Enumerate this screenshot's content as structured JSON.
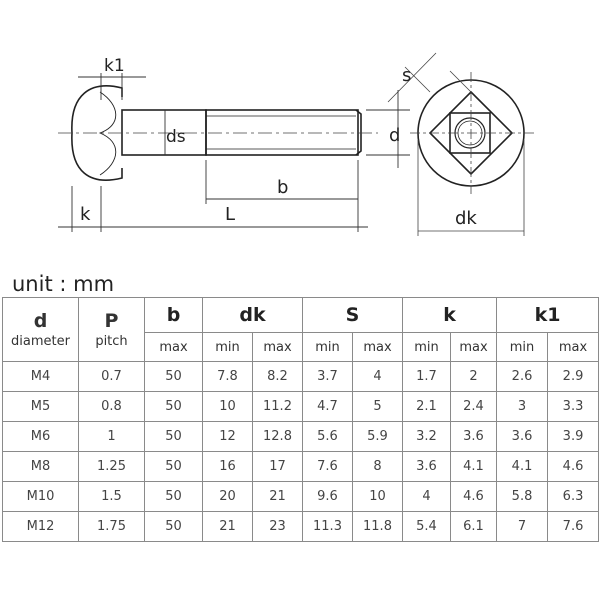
{
  "drawing": {
    "labels": {
      "k1": "k1",
      "ds": "ds",
      "b": "b",
      "d": "d",
      "k": "k",
      "L": "L",
      "s": "s",
      "dk": "dk"
    }
  },
  "unit": "unit : mm",
  "table": {
    "header_top": {
      "d": "d",
      "P": "P",
      "b": "b",
      "dk": "dk",
      "S": "S",
      "k": "k",
      "k1": "k1"
    },
    "header_sub": {
      "diameter": "diameter",
      "pitch": "pitch",
      "b_max": "max",
      "dk_min": "min",
      "dk_max": "max",
      "s_min": "min",
      "s_max": "max",
      "k_min": "min",
      "k_max": "max",
      "k1_min": "min",
      "k1_max": "max"
    },
    "rows": [
      [
        "M4",
        "0.7",
        "50",
        "7.8",
        "8.2",
        "3.7",
        "4",
        "1.7",
        "2",
        "2.6",
        "2.9"
      ],
      [
        "M5",
        "0.8",
        "50",
        "10",
        "11.2",
        "4.7",
        "5",
        "2.1",
        "2.4",
        "3",
        "3.3"
      ],
      [
        "M6",
        "1",
        "50",
        "12",
        "12.8",
        "5.6",
        "5.9",
        "3.2",
        "3.6",
        "3.6",
        "3.9"
      ],
      [
        "M8",
        "1.25",
        "50",
        "16",
        "17",
        "7.6",
        "8",
        "3.6",
        "4.1",
        "4.1",
        "4.6"
      ],
      [
        "M10",
        "1.5",
        "50",
        "20",
        "21",
        "9.6",
        "10",
        "4",
        "4.6",
        "5.8",
        "6.3"
      ],
      [
        "M12",
        "1.75",
        "50",
        "21",
        "23",
        "11.3",
        "11.8",
        "5.4",
        "6.1",
        "7",
        "7.6"
      ]
    ]
  }
}
